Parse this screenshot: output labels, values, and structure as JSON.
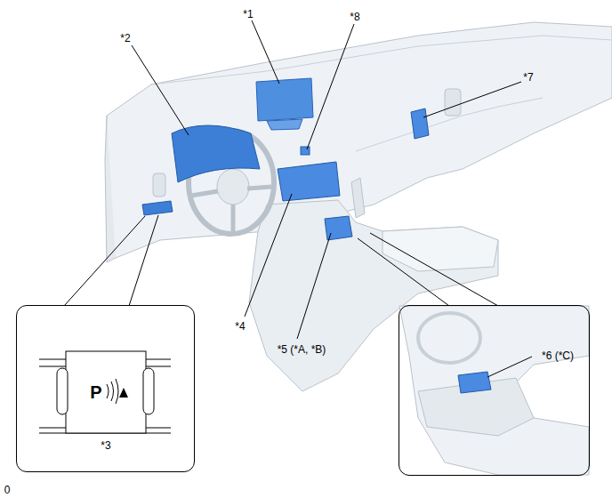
{
  "diagram": {
    "nodes": [
      {
        "text": [
          "*3"
        ]
      },
      {
        "text": [
          "*6 (*C)"
        ]
      }
    ],
    "labels": [
      "*1",
      "*2",
      "*8",
      "*7",
      "*4",
      "*5 (*A, *B)",
      "P",
      "0"
    ]
  }
}
